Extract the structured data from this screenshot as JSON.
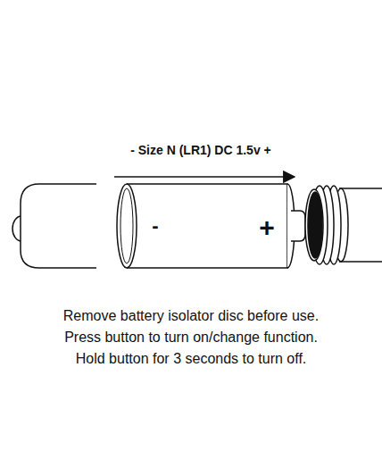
{
  "diagram": {
    "labels": [
      "- Size N (LR1) DC 1.5v +",
      "-",
      "+",
      "Remove battery isolator disc before use.",
      "Press button to turn on/change function.",
      "Hold button for 3 seconds to turn off."
    ]
  }
}
